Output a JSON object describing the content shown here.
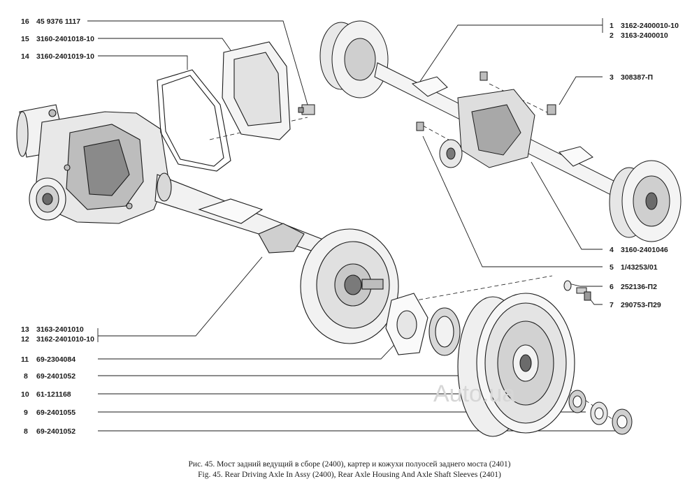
{
  "callouts_left": [
    {
      "num": "16",
      "part": "45 9376 1117"
    },
    {
      "num": "15",
      "part": "3160-2401018-10"
    },
    {
      "num": "14",
      "part": "3160-2401019-10"
    },
    {
      "num": "13",
      "part": "3163-2401010"
    },
    {
      "num": "12",
      "part": "3162-2401010-10"
    },
    {
      "num": "11",
      "part": "69-2304084"
    },
    {
      "num": "8",
      "part": "69-2401052"
    },
    {
      "num": "10",
      "part": "61-121168"
    },
    {
      "num": "9",
      "part": "69-2401055"
    },
    {
      "num": "8",
      "part": "69-2401052"
    }
  ],
  "callouts_right": [
    {
      "num": "1",
      "part": "3162-2400010-10"
    },
    {
      "num": "2",
      "part": "3163-2400010"
    },
    {
      "num": "3",
      "part": "308387-П"
    },
    {
      "num": "4",
      "part": "3160-2401046"
    },
    {
      "num": "5",
      "part": "1/43253/01"
    },
    {
      "num": "6",
      "part": "252136-П2"
    },
    {
      "num": "7",
      "part": "290753-П29"
    }
  ],
  "caption_ru": "Рис. 45. Мост задний ведущий в сборе (2400), картер и кожухи полуосей заднего моста (2401)",
  "caption_en": "Fig. 45. Rear Driving Axle In Assy (2400), Rear Axle Housing And Axle Shaft Sleeves (2401)",
  "watermark": "Auto.ua",
  "colors": {
    "line": "#1a1a1a",
    "fill_light": "#f2f2f2",
    "fill_mid": "#cfcfcf",
    "fill_dark": "#6b6b6b"
  }
}
